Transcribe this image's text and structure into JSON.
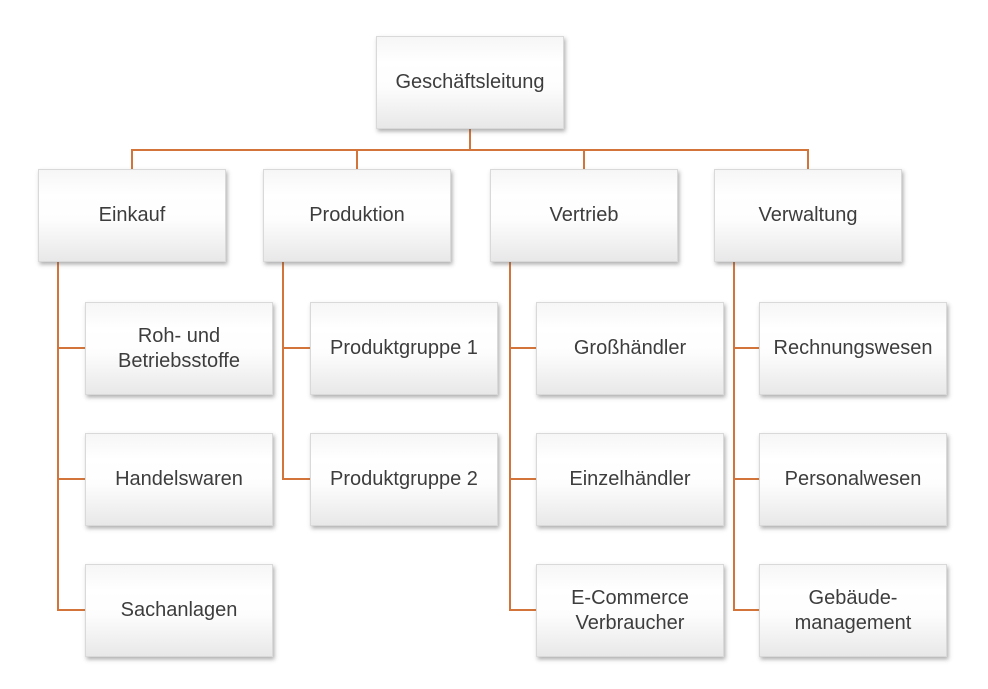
{
  "diagram": {
    "type": "org-chart",
    "language": "de"
  },
  "colors": {
    "connector": "#d3753b",
    "text": "#3d3d3d",
    "box_fill_top": "#f6f6f6",
    "box_fill_bottom": "#e8e8e8",
    "box_border": "#d9d9d9",
    "background": "#ffffff"
  },
  "org": {
    "root": {
      "label": "Geschäftsleitung"
    },
    "departments": [
      {
        "label": "Einkauf",
        "children": [
          "Roh- und\nBetriebsstoffe",
          "Handelswaren",
          "Sachanlagen"
        ]
      },
      {
        "label": "Produktion",
        "children": [
          "Produktgruppe 1",
          "Produktgruppe 2"
        ]
      },
      {
        "label": "Vertrieb",
        "children": [
          "Großhändler",
          "Einzelhändler",
          "E-Commerce\nVerbraucher"
        ]
      },
      {
        "label": "Verwaltung",
        "children": [
          "Rechnungswesen",
          "Personalwesen",
          "Gebäude-\nmanagement"
        ]
      }
    ]
  }
}
